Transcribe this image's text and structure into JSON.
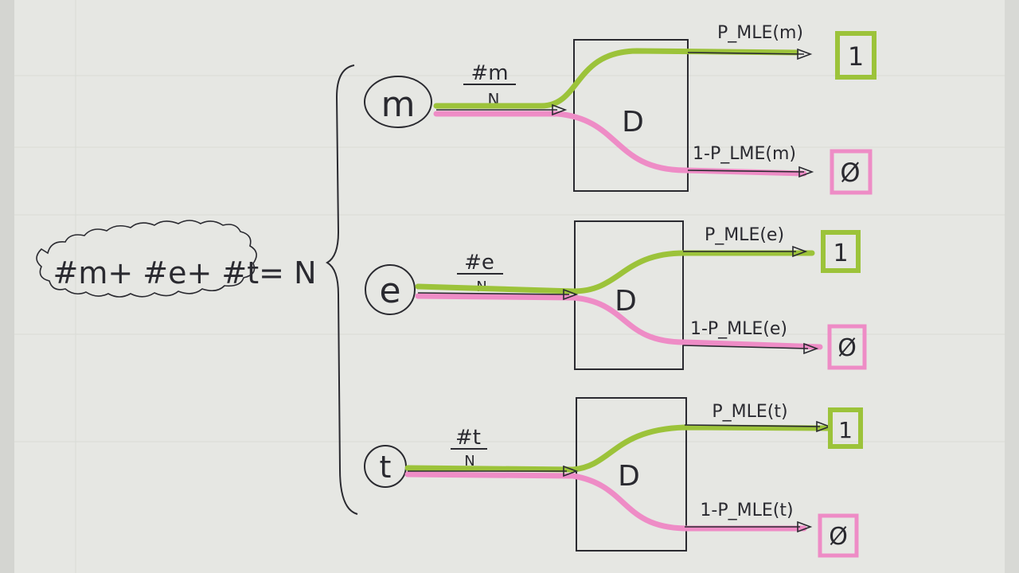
{
  "equation": "#m+ #e+ #t= N",
  "inputs": [
    {
      "symbol": "m",
      "fraction_num": "#m",
      "fraction_den": "N",
      "box": "D",
      "upper_label": "P_MLE(m)",
      "lower_label": "1-P_LME(m)",
      "upper_out": "1",
      "lower_out": "Ø"
    },
    {
      "symbol": "e",
      "fraction_num": "#e",
      "fraction_den": "N",
      "box": "D",
      "upper_label": "P_MLE(e)",
      "lower_label": "1-P_MLE(e)",
      "upper_out": "1",
      "lower_out": "Ø"
    },
    {
      "symbol": "t",
      "fraction_num": "#t",
      "fraction_den": "N",
      "box": "D",
      "upper_label": "P_MLE(t)",
      "lower_label": "1-P_MLE(t)",
      "upper_out": "1",
      "lower_out": "Ø"
    }
  ],
  "colors": {
    "paper": "#e6e7e3",
    "ink": "#2a2a30",
    "green": "#9cc33a",
    "pink": "#ee8cc6"
  }
}
